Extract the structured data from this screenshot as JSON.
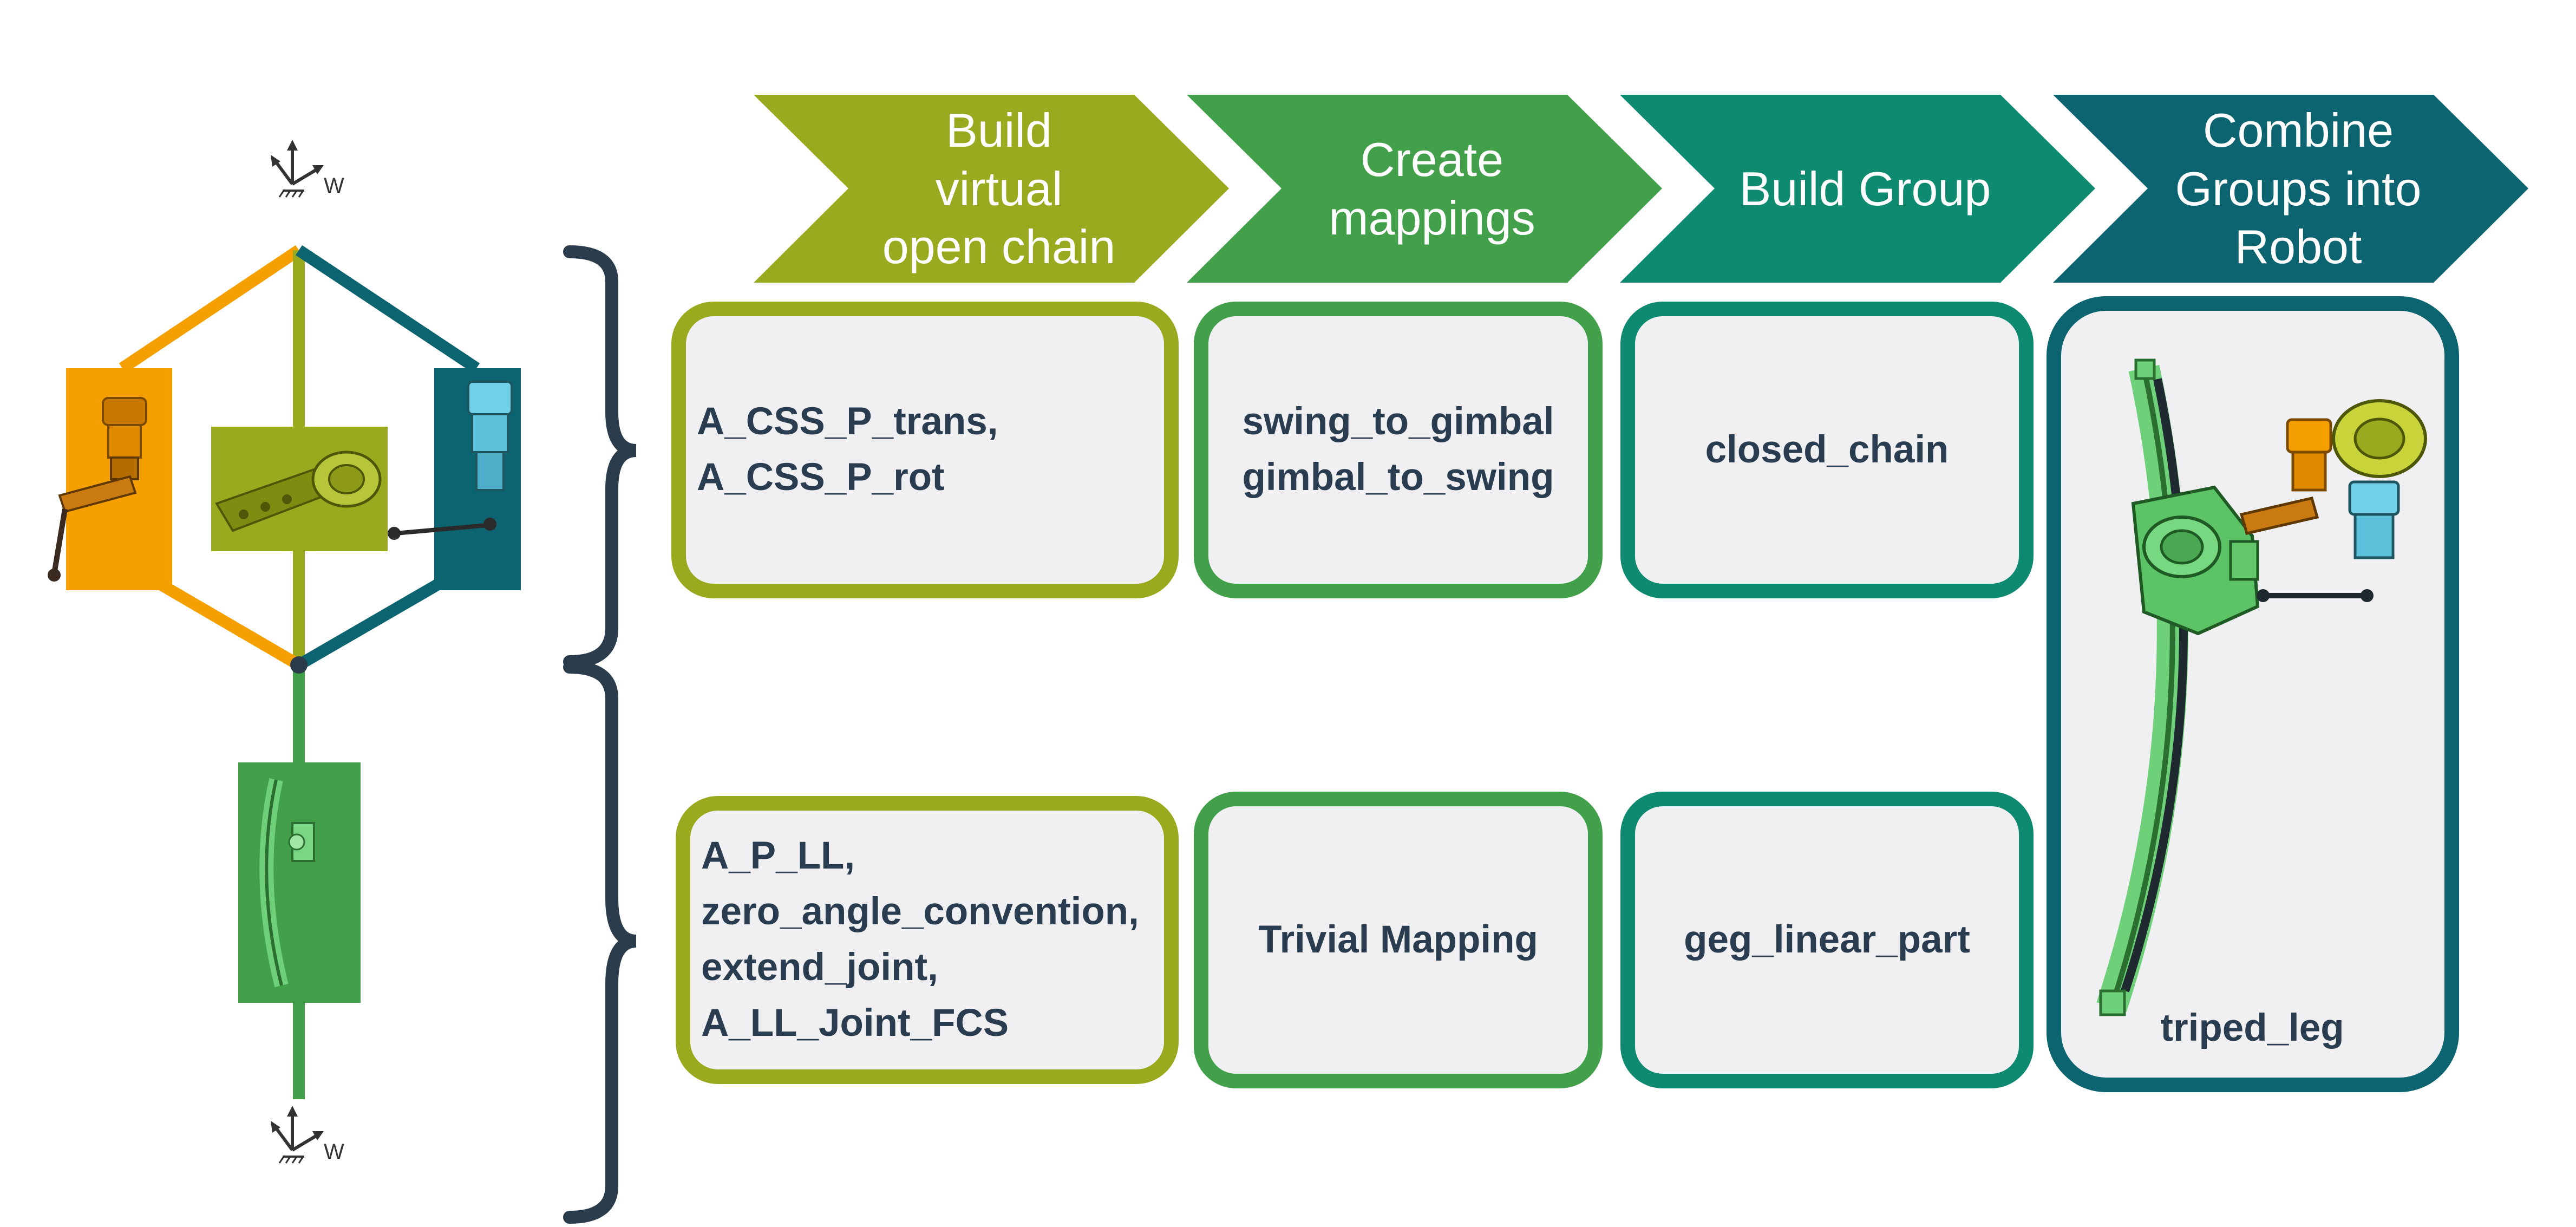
{
  "steps": [
    {
      "label": "Build\nvirtual\nopen chain",
      "color": "#9aaa1e"
    },
    {
      "label": "Create\nmappings",
      "color": "#43a04a"
    },
    {
      "label": "Build Group",
      "color": "#0d8a70"
    },
    {
      "label": "Combine\nGroups into\nRobot",
      "color": "#0b6470"
    }
  ],
  "boxes": {
    "row1": [
      {
        "text": "A_CSS_P_trans,\nA_CSS_P_rot"
      },
      {
        "text": "swing_to_gimbal\ngimbal_to_swing"
      },
      {
        "text": "closed_chain"
      }
    ],
    "row2": [
      {
        "text": "A_P_LL,\nzero_angle_convention,\nextend_joint,\n A_LL_Joint_FCS"
      },
      {
        "text": "Trivial Mapping"
      },
      {
        "text": "geg_linear_part"
      }
    ],
    "robot": {
      "text": "triped_leg"
    }
  },
  "frame_label": "W",
  "colors": {
    "orange": "#f5a000",
    "olive": "#9aaa1e",
    "green": "#43a04a",
    "teal_green": "#0d8a70",
    "dark_teal": "#0b6470",
    "navy": "#2b3c4c",
    "box_bg": "#f0f0f2",
    "text_dark": "#2a3c4f"
  }
}
